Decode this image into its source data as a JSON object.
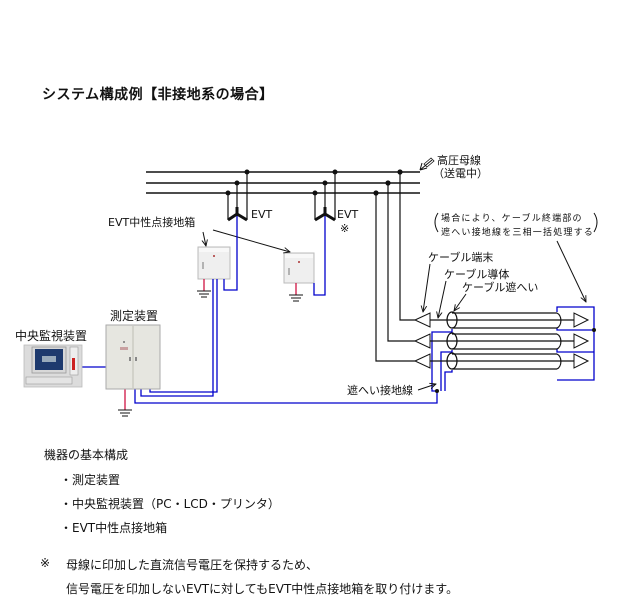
{
  "title": "システム構成例【非接地系の場合】",
  "diagram": {
    "busbar_label_1": "高圧母線",
    "busbar_label_2": "（送電中）",
    "evt_label_1": "EVT",
    "evt_label_2": "EVT",
    "evt_note_mark": "※",
    "neutral_box_label": "EVT中性点接地箱",
    "measuring_unit_label": "測定装置",
    "central_monitor_label": "中央監視装置",
    "annotation_line1": "場合により、ケーブル終端部の",
    "annotation_line2": "遮へい接地線を三相一括処理する",
    "cable_terminal_label": "ケーブル端末",
    "cable_conductor_label": "ケーブル導体",
    "cable_shield_label": "ケーブル遮へい",
    "shield_ground_label": "遮へい接地線",
    "colors": {
      "line": "#111111",
      "signal_wire": "#0000cc",
      "ground_wire": "#cc0033",
      "cabinet": "#e6e6e0"
    }
  },
  "components": {
    "heading": "機器の基本構成",
    "items": [
      "・測定装置",
      "・中央監視装置（PC・LCD・プリンタ）",
      "・EVT中性点接地箱"
    ]
  },
  "note": {
    "mark": "※",
    "line1": "母線に印加した直流信号電圧を保持するため、",
    "line2": "信号電圧を印加しないEVTに対してもEVT中性点接地箱を取り付けます。"
  }
}
